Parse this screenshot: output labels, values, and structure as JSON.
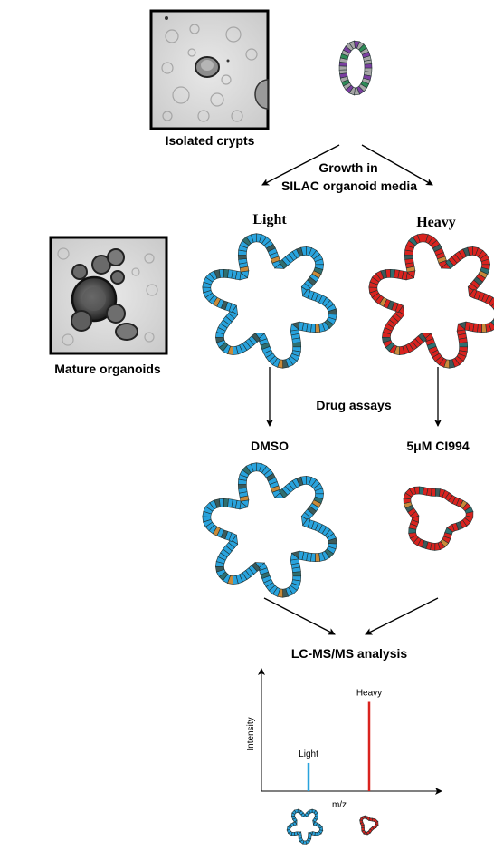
{
  "labels": {
    "isolated_crypts": "Isolated crypts",
    "growth_line1": "Growth in",
    "growth_line2": "SILAC organoid media",
    "light": "Light",
    "heavy": "Heavy",
    "mature_organoids": "Mature organoids",
    "drug_assays": "Drug assays",
    "dmso": "DMSO",
    "ci994": "5μM CI994",
    "lcms": "LC-MS/MS analysis"
  },
  "colors": {
    "light": "#29a3dd",
    "heavy": "#d9231f",
    "epithelium_dark": "#3c5a5a",
    "crypt_gray": "#a6a6a6",
    "crypt_purple": "#7b3fa0",
    "crypt_green": "#2e8b57"
  },
  "chart_data": {
    "type": "bar",
    "xlabel": "m/z",
    "ylabel": "Intensity",
    "series": [
      {
        "name": "Light",
        "value": 0.23
      },
      {
        "name": "Heavy",
        "value": 0.73
      }
    ],
    "ylim": [
      0,
      1
    ]
  }
}
